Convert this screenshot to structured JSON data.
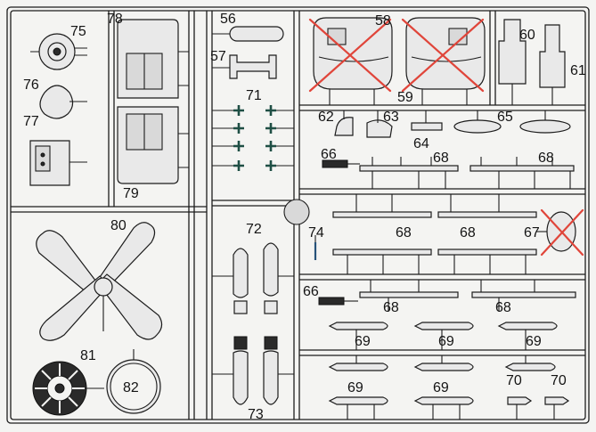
{
  "parts": [
    {
      "id": "p75",
      "label": "75"
    },
    {
      "id": "p76",
      "label": "76"
    },
    {
      "id": "p77",
      "label": "77"
    },
    {
      "id": "p78",
      "label": "78"
    },
    {
      "id": "p79",
      "label": "79"
    },
    {
      "id": "p56",
      "label": "56"
    },
    {
      "id": "p57",
      "label": "57"
    },
    {
      "id": "p58",
      "label": "58"
    },
    {
      "id": "p59",
      "label": "59"
    },
    {
      "id": "p60",
      "label": "60"
    },
    {
      "id": "p61",
      "label": "61"
    },
    {
      "id": "p71",
      "label": "71"
    },
    {
      "id": "p62",
      "label": "62"
    },
    {
      "id": "p63",
      "label": "63"
    },
    {
      "id": "p64",
      "label": "64"
    },
    {
      "id": "p65",
      "label": "65"
    },
    {
      "id": "p66a",
      "label": "66"
    },
    {
      "id": "p68a",
      "label": "68"
    },
    {
      "id": "p68b",
      "label": "68"
    },
    {
      "id": "p80",
      "label": "80"
    },
    {
      "id": "p72",
      "label": "72"
    },
    {
      "id": "p74",
      "label": "74"
    },
    {
      "id": "p68c",
      "label": "68"
    },
    {
      "id": "p68d",
      "label": "68"
    },
    {
      "id": "p67",
      "label": "67"
    },
    {
      "id": "p66b",
      "label": "66"
    },
    {
      "id": "p68e",
      "label": "68"
    },
    {
      "id": "p68f",
      "label": "68"
    },
    {
      "id": "p81",
      "label": "81"
    },
    {
      "id": "p82",
      "label": "82"
    },
    {
      "id": "p69a",
      "label": "69"
    },
    {
      "id": "p69b",
      "label": "69"
    },
    {
      "id": "p69c",
      "label": "69"
    },
    {
      "id": "p69d",
      "label": "69"
    },
    {
      "id": "p69e",
      "label": "69"
    },
    {
      "id": "p70a",
      "label": "70"
    },
    {
      "id": "p70b",
      "label": "70"
    },
    {
      "id": "p73",
      "label": "73"
    }
  ],
  "crossed_out": [
    "58",
    "59",
    "67"
  ],
  "colors": {
    "line": "#1c1c1c",
    "cross": "#e0453a",
    "part_fill": "#e9e9e9"
  }
}
